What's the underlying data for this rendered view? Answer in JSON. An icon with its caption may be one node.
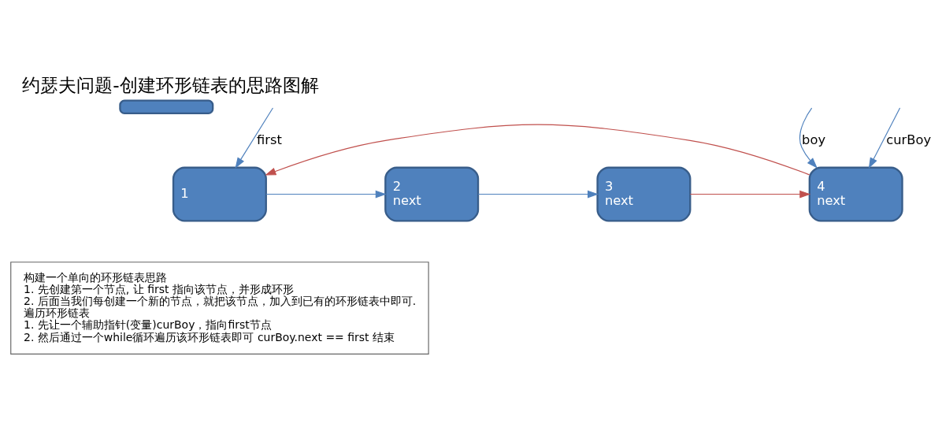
{
  "diagram": {
    "title": "约瑟夫问题-创建环形链表的思路图解",
    "nodes": [
      {
        "text": [],
        "shape": "box"
      },
      {
        "text": [
          "1"
        ]
      },
      {
        "text": [
          "2",
          "next"
        ]
      },
      {
        "text": [
          "3",
          "next"
        ]
      },
      {
        "text": [
          "4",
          "next"
        ]
      },
      {
        "text": [
          "构建一个单向的环形链表思路",
          "1. 先创建第一个节点, 让 first 指向该节点，并形成环形",
          "2. 后面当我们每创建一个新的节点，就把该节点，加入到已有的环形链表中即可.",
          "遍历环形链表",
          "1. 先让一个辅助指针(变量)curBoy，指向first节点",
          "2. 然后通过一个while循环遍历该环形链表即可 curBoy.next == first 结束"
        ]
      }
    ],
    "edges": [
      {
        "from": 1,
        "to": 2,
        "arrow": "to"
      },
      {
        "from": 2,
        "to": 3,
        "arrow": "to"
      },
      {
        "from": 3,
        "to": 4,
        "arrow": "to",
        "color": "#c0504d"
      },
      {
        "from": 4,
        "to": 1,
        "arrow": "to",
        "color": "#c0504d"
      },
      {
        "from": null,
        "to": 1,
        "arrow": "to",
        "label": "first"
      },
      {
        "from": null,
        "to": 4,
        "arrow": "to",
        "label": "boy"
      },
      {
        "from": null,
        "to": 4,
        "arrow": "to",
        "label": "curBoy"
      }
    ]
  }
}
